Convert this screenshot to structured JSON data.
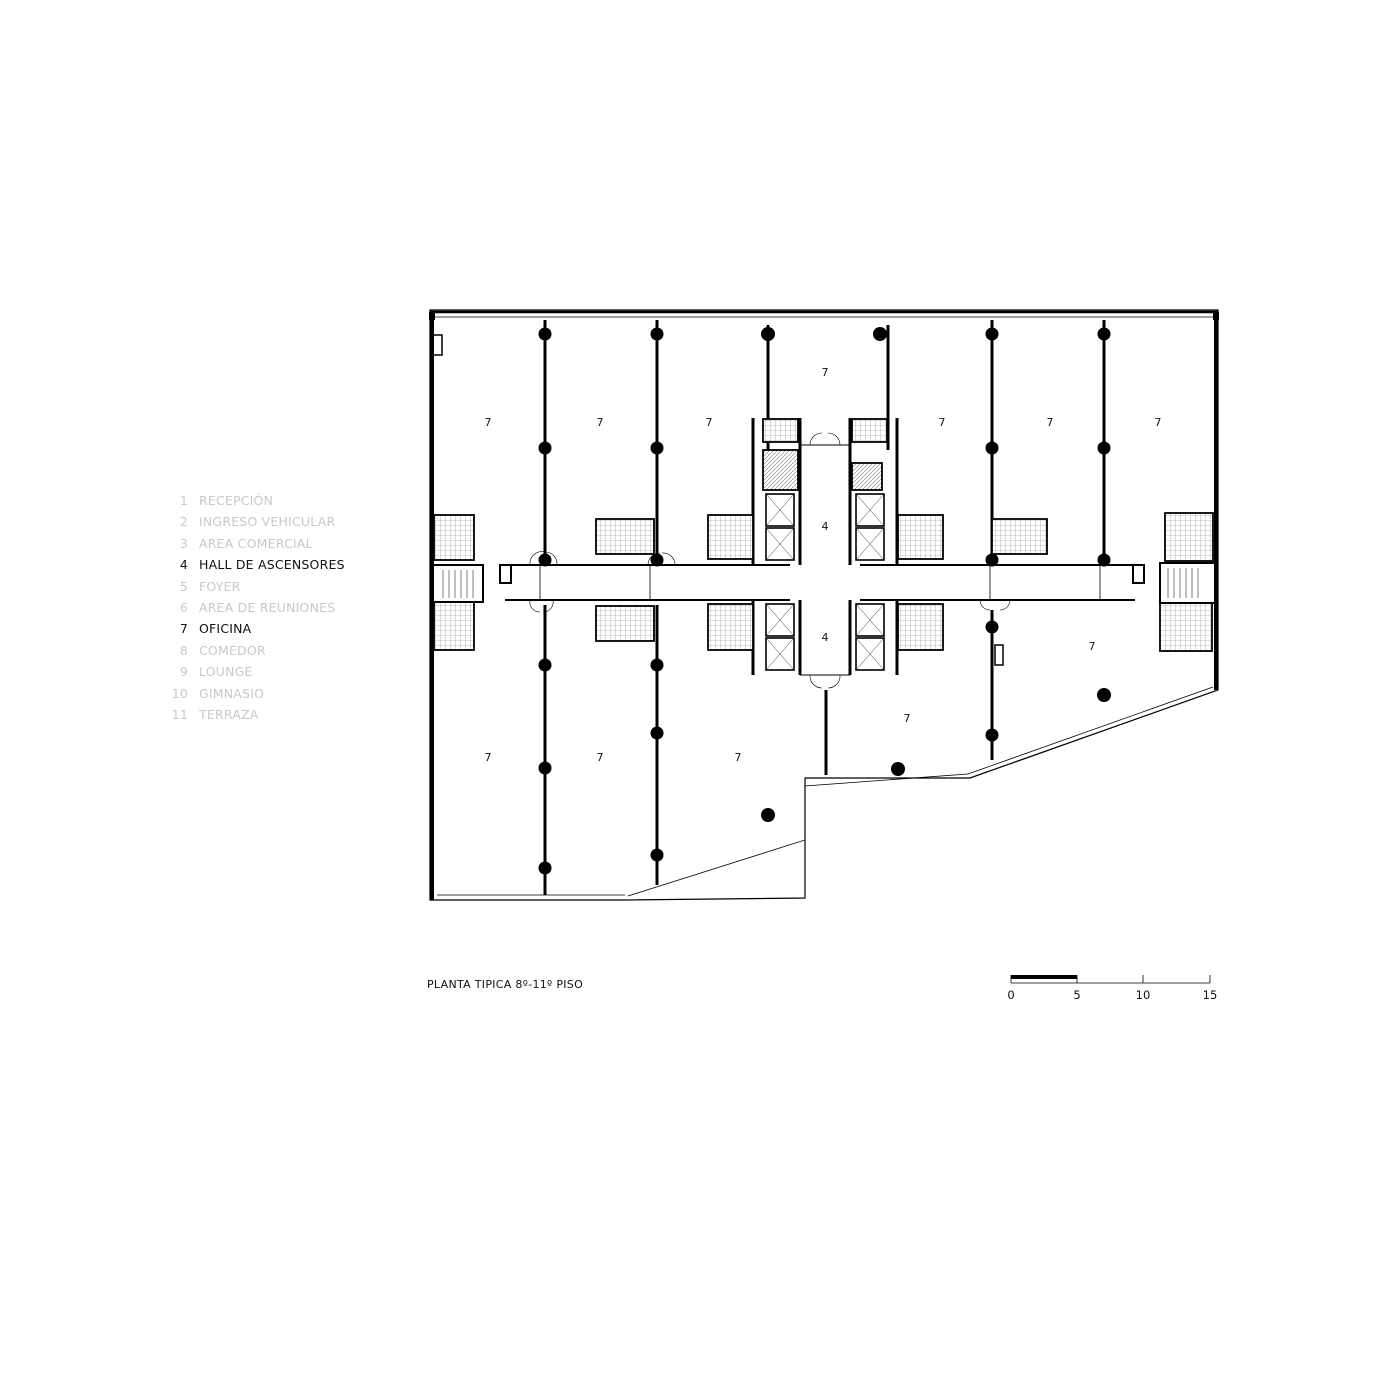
{
  "legend": [
    {
      "num": "1",
      "label": "RECEPCIÓN",
      "active": false
    },
    {
      "num": "2",
      "label": "INGRESO VEHICULAR",
      "active": false
    },
    {
      "num": "3",
      "label": "AREA COMERCIAL",
      "active": false
    },
    {
      "num": "4",
      "label": "HALL DE ASCENSORES",
      "active": true
    },
    {
      "num": "5",
      "label": "FOYER",
      "active": false
    },
    {
      "num": "6",
      "label": "AREA DE REUNIONES",
      "active": false
    },
    {
      "num": "7",
      "label": "OFICINA",
      "active": true
    },
    {
      "num": "8",
      "label": "COMEDOR",
      "active": false
    },
    {
      "num": "9",
      "label": "LOUNGE",
      "active": false
    },
    {
      "num": "10",
      "label": "GIMNASIO",
      "active": false
    },
    {
      "num": "11",
      "label": "TERRAZA",
      "active": false
    }
  ],
  "plan_title": "PLANTA TIPICA 8º-11º PISO",
  "room_labels": {
    "office": "7",
    "elevator_hall": "4"
  },
  "scale_bar": {
    "ticks": [
      "0",
      "5",
      "10",
      "15"
    ]
  }
}
